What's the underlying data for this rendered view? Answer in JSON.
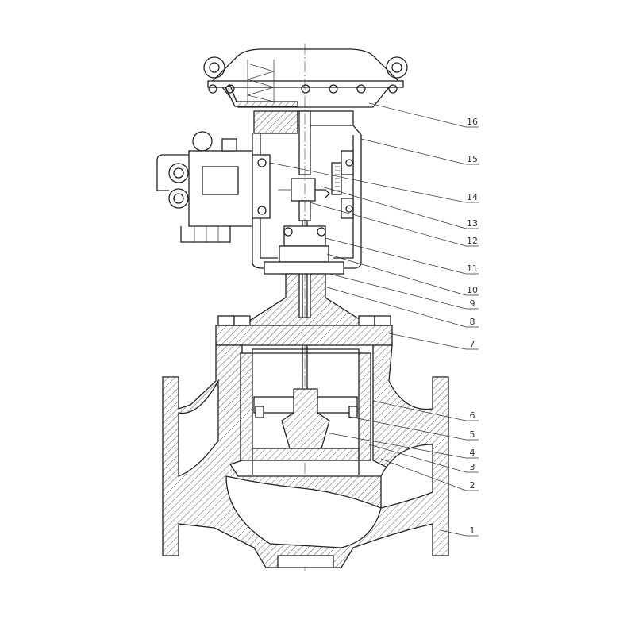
{
  "drawing": {
    "part_labels": [
      "16",
      "15",
      "14",
      "13",
      "12",
      "11",
      "10",
      "9",
      "8",
      "7",
      "6",
      "5",
      "4",
      "3",
      "2",
      "1"
    ]
  }
}
